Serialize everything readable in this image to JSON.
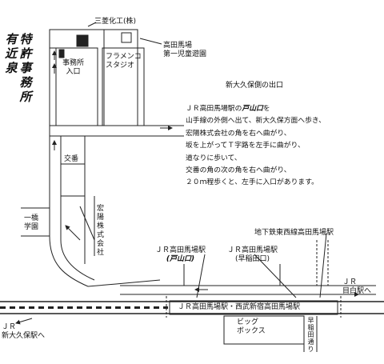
{
  "office_name": [
    "有近・泉",
    "特許事務所"
  ],
  "labels": {
    "mitsubishi": "三菱化工(株)",
    "park": "高田馬場第一児童遊園",
    "park_lines": [
      "高田馬場",
      "第一児童遊園"
    ],
    "entrance": [
      "事務所",
      "入口"
    ],
    "flamenco": [
      "フラメンコ",
      "スタジオ"
    ],
    "koban": "交番",
    "gakuen": [
      "一橋",
      "学園"
    ],
    "soyo": "宏陽株式会社",
    "exit_title": "新大久保側の出口",
    "jr_toyama_exit": [
      "ＪＲ高田馬場駅",
      "(戸山口)"
    ],
    "jr_waseda_exit": [
      "ＪＲ高田馬場駅",
      "(早稲田口)"
    ],
    "tozai": "地下鉄東西線高田馬場駅",
    "jr_mejiro": [
      "ＪＲ",
      "目白駅へ"
    ],
    "station_bar": "ＪＲ高田馬場駅・西武新宿高田馬場駅",
    "jr_shinokubo": [
      "ＪＲ",
      "新大久保駅へ"
    ],
    "big_box": [
      "ビッグ",
      "ボックス"
    ],
    "waseda_street": "早稲田通り"
  },
  "directions": {
    "line1_prefix": "ＪＲ高田馬場駅の",
    "line1_bold": "戸山口",
    "line1_suffix": "を",
    "lines": [
      "山手線の外側へ出て、新大久保方面へ歩き、",
      "宏陽株式会社の角を右へ曲がり、",
      "坂を上がってＴ字路を左手に曲がり、",
      "道なりに歩いて、",
      "交番の角の次の角を右へ曲がり、",
      "２０ｍ程歩くと、左手に入口があります。"
    ]
  },
  "colors": {
    "line": "#222222",
    "bg": "#ffffff"
  }
}
